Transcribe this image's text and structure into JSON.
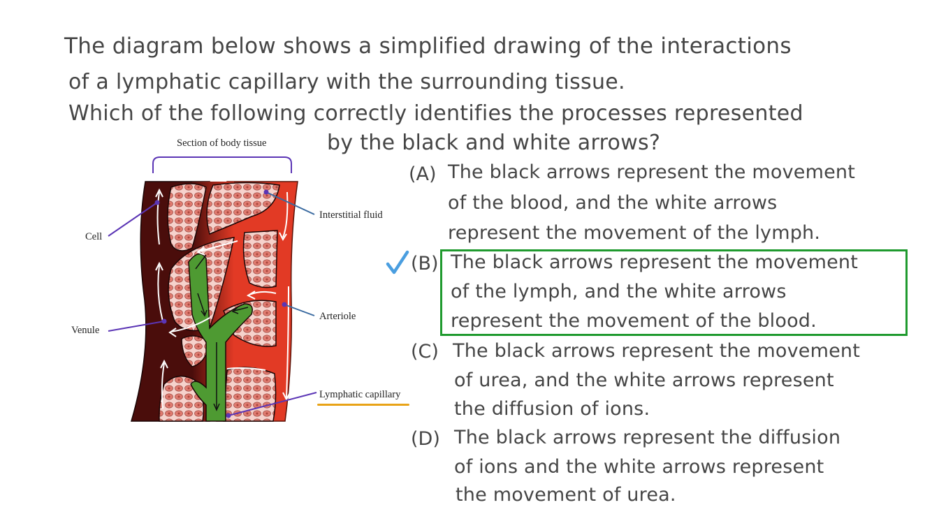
{
  "question": {
    "lines": [
      "The diagram below shows a simplified drawing of the interactions",
      "of a lymphatic capillary with the surrounding tissue.",
      "Which of the following correctly identifies the processes represented",
      "by the black and white arrows?"
    ]
  },
  "diagram": {
    "title": "Section of body tissue",
    "labels": {
      "cell": "Cell",
      "venule": "Venule",
      "interstitial_fluid": "Interstitial fluid",
      "arteriole": "Arteriole",
      "lymphatic_capillary": "Lymphatic capillary"
    },
    "colors": {
      "venule": "#4a0d0b",
      "arteriole": "#e23a25",
      "lymph": "#4e9a32",
      "tissue": "#f6d2cc",
      "cell": "#e07b70",
      "pointer_purple": "#5b35b5",
      "pointer_blue": "#3a6aa0",
      "highlight_orange": "#e8a317"
    }
  },
  "options": [
    {
      "letter": "(A)",
      "lines": [
        "The black arrows represent the movement",
        "of the blood, and the white arrows",
        "represent the movement of the lymph."
      ],
      "correct": false
    },
    {
      "letter": "(B)",
      "lines": [
        "The black arrows represent the movement",
        "of the lymph, and the white arrows",
        "represent the movement of the blood."
      ],
      "correct": true
    },
    {
      "letter": "(C)",
      "lines": [
        "The black arrows represent the movement",
        "of urea, and the white arrows represent",
        "the diffusion of ions."
      ],
      "correct": false
    },
    {
      "letter": "(D)",
      "lines": [
        "The black arrows represent the diffusion",
        "of ions and the white arrows represent",
        "the movement of urea."
      ],
      "correct": false
    }
  ],
  "annotations": {
    "checkmark_icon": "check-icon",
    "checkmark_color": "#4a9ee0",
    "answer_box_color": "#1f9a2e"
  }
}
